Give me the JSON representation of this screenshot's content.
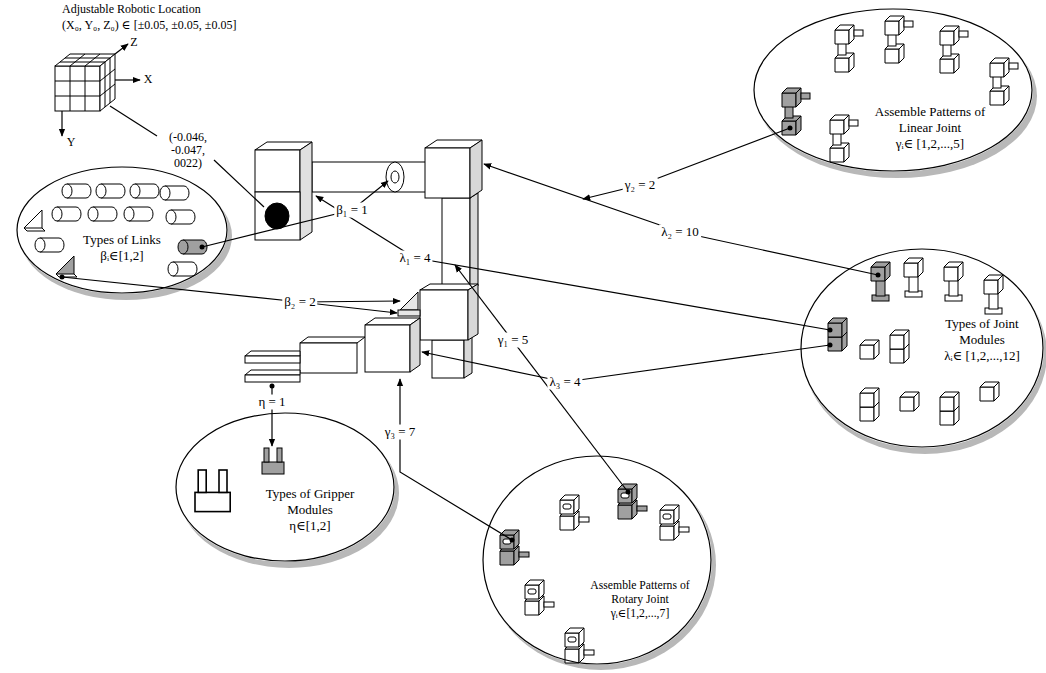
{
  "diagram": {
    "nodes": [
      {
        "text": [
          "Assemble Patterns of Linear Joint",
          "γᵢ∈ [1,2,...,5]"
        ]
      },
      {
        "text": [
          "Types of Links",
          "βᵢ∈[1,2]"
        ]
      },
      {
        "text": [
          "Types of Joint Modules",
          "λᵢ∈ [1,2,...,12]"
        ]
      },
      {
        "text": [
          "Types of Gripper Modules",
          "η∈[1,2]"
        ]
      },
      {
        "text": [
          "Assemble Patterns of Rotary Joint",
          "γᵢ∈[1,2,...,7]"
        ]
      }
    ],
    "labels": [
      "Adjustable Robotic Location",
      "(X₀, Y₀, Z₀) ∈ [±0.05, ±0.05, ±0.05]",
      "Z",
      "X",
      "Y",
      "(-0.046, -0.047, 0022)",
      "γ₂ = 2",
      "β₁ = 1",
      "λ₂ = 10",
      "λ₁ = 4",
      "β₂ = 2",
      "γ₁ = 5",
      "λ₃ = 4",
      "η = 1",
      "γ₃ = 7"
    ]
  }
}
